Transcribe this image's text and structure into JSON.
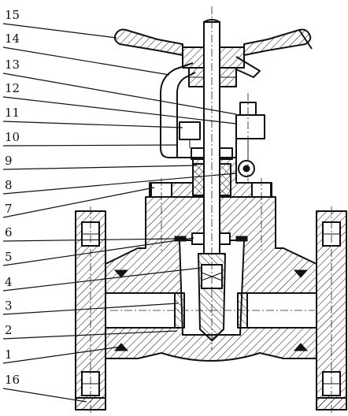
{
  "labels": [
    {
      "id": "15",
      "text": "15"
    },
    {
      "id": "14",
      "text": "14"
    },
    {
      "id": "13",
      "text": "13"
    },
    {
      "id": "12",
      "text": "12"
    },
    {
      "id": "11",
      "text": "11"
    },
    {
      "id": "10",
      "text": "10"
    },
    {
      "id": "9",
      "text": "9"
    },
    {
      "id": "8",
      "text": "8"
    },
    {
      "id": "7",
      "text": "7"
    },
    {
      "id": "6",
      "text": "6"
    },
    {
      "id": "5",
      "text": "5"
    },
    {
      "id": "4",
      "text": "4"
    },
    {
      "id": "3",
      "text": "3"
    },
    {
      "id": "2",
      "text": "2"
    },
    {
      "id": "1",
      "text": "1"
    },
    {
      "id": "16",
      "text": "16"
    }
  ]
}
